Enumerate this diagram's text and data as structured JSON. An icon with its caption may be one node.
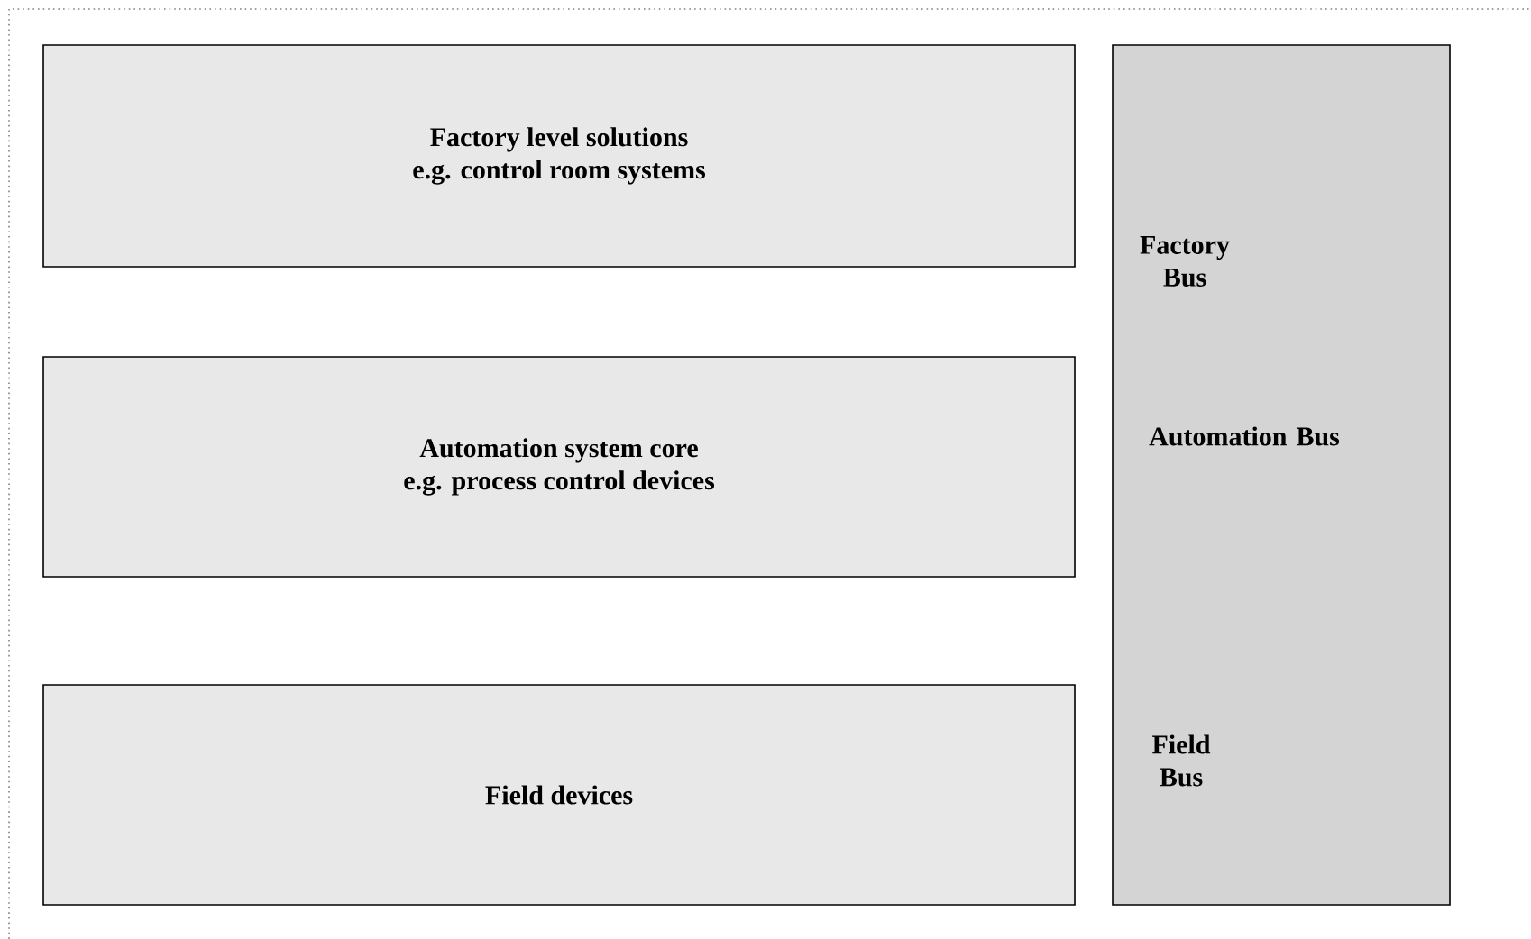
{
  "diagram": {
    "nodes": [
      {
        "text": [
          "Factory level solutions",
          "e.g. control room systems"
        ]
      },
      {
        "text": [
          "Automation system core",
          "e.g. process control devices"
        ]
      },
      {
        "text": [
          "Field devices"
        ]
      },
      {
        "text": [
          "Factory Bus",
          "Automation Bus",
          "Field Bus"
        ]
      }
    ]
  }
}
